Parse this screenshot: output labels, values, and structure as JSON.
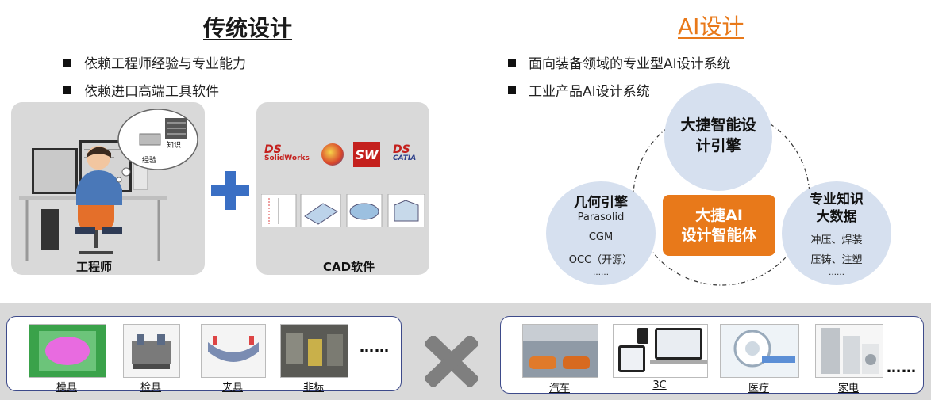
{
  "left": {
    "title": "传统设计",
    "bullets": [
      "依赖工程师经验与专业能力",
      "依赖进口高端工具软件"
    ],
    "engineer_label": "工程师",
    "bubble_text_1": "知识",
    "bubble_text_2": "经验",
    "cad_label": "CAD软件",
    "logos": {
      "solidworks_text": "SolidWorks",
      "sw_text": "SW",
      "catia_text": "CATIA",
      "ds_mark": "DS"
    }
  },
  "right": {
    "title": "AI设计",
    "bullets": [
      "面向装备领域的专业型AI设计系统",
      "工业产品AI设计系统"
    ],
    "engine": {
      "line1": "大捷智能设",
      "line2": "计引擎"
    },
    "geometry": {
      "title": "几何引擎",
      "items": [
        "Parasolid",
        "CGM",
        "OCC（开源）",
        "……"
      ]
    },
    "knowledge": {
      "title1": "专业知识",
      "title2": "大数据",
      "items": [
        "冲压、焊装",
        "压铸、注塑",
        "……"
      ]
    },
    "core": {
      "line1": "大捷AI",
      "line2": "设计智能体"
    }
  },
  "bottom": {
    "left_items": [
      "模具",
      "检具",
      "夹具",
      "非标"
    ],
    "left_more": "……",
    "right_items": [
      "汽车",
      "3C",
      "医疗",
      "家电"
    ],
    "right_more": "……"
  },
  "colors": {
    "accent_orange": "#e8791a",
    "plus_blue": "#3a6fc4",
    "circle_fill": "#d6e0ef",
    "panel_gray": "#d9d9d9",
    "box_border": "#3d4a8a"
  }
}
